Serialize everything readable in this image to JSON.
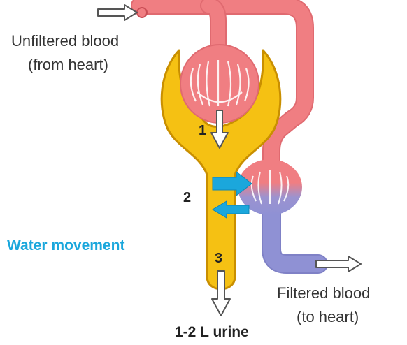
{
  "labels": {
    "unfiltered_line1": "Unfiltered blood",
    "unfiltered_line2": "(from heart)",
    "filtered_line1": "Filtered blood",
    "filtered_line2": "(to heart)",
    "water_movement": "Water movement",
    "urine_output": "1-2 L urine"
  },
  "steps": [
    "1",
    "2",
    "3"
  ],
  "colors": {
    "artery_blood": "#f07e82",
    "vein_blood": "#8f91d4",
    "tubule_fill": "#f5c113",
    "outline": "#c98f00",
    "water": "#1ba7dc",
    "arrow_fill": "#ffffff",
    "arrow_stroke": "#555555"
  }
}
